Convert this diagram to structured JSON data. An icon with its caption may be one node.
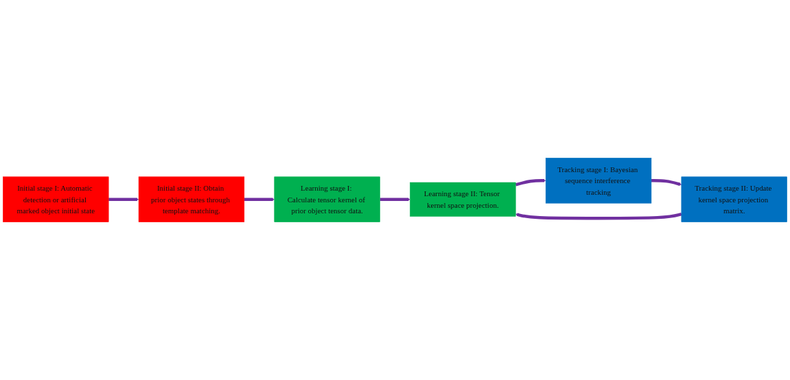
{
  "diagram": {
    "nodes": [
      {
        "text": [
          "Initial stage I: Automatic detection or artificial marked object initial state"
        ]
      },
      {
        "text": [
          "Learning stage II: Tensor kernel space projection."
        ]
      },
      {
        "text": [
          "Tracking stage I: Bayesian sequence interference tracking"
        ]
      },
      {
        "text": [
          "Initial stage II: Obtain prior object states through template matching."
        ]
      },
      {
        "text": [
          "Learning stage I: Calculate tensor kernel of prior object tensor data."
        ]
      },
      {
        "text": [
          "Tracking stage II: Update kernel space projection matrix."
        ]
      }
    ],
    "edges": [
      {
        "from": 0,
        "to": 3,
        "arrow": "to"
      },
      {
        "from": 3,
        "to": 4,
        "arrow": "to"
      },
      {
        "from": 4,
        "to": 1,
        "arrow": "to"
      },
      {
        "from": 1,
        "to": 2,
        "arrow": "to"
      },
      {
        "from": 2,
        "to": 5,
        "arrow": "to"
      },
      {
        "from": 5,
        "to": 1,
        "arrow": "to"
      }
    ]
  }
}
